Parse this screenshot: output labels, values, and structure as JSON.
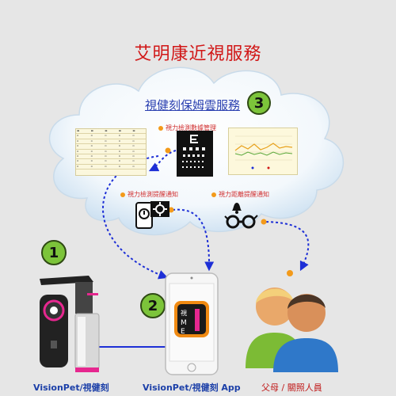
{
  "title": "艾明康近視服務",
  "cloud": {
    "title": "視健刻保姆雲服務",
    "step_number": "3",
    "labels": {
      "vision_data": "視力檢測數據管理",
      "test_reminder": "視力檢測提醒通知",
      "distance_reminder": "視力距離提醒通知"
    }
  },
  "steps": {
    "device_number": "1",
    "app_number": "2"
  },
  "bottom": {
    "device_label": "VisionPet/視健刻",
    "app_label": "VisionPet/視健刻 App",
    "parents_label": "父母 / 關照人員"
  },
  "colors": {
    "title": "#d11717",
    "link_blue": "#2a3fb0",
    "arrow_blue": "#1d2fd6",
    "dot_orange": "#f39a1a",
    "badge_green": "#7cc43a"
  },
  "icons": [
    "phone-gear-icon",
    "glasses-bell-icon",
    "eye-chart-icon"
  ]
}
